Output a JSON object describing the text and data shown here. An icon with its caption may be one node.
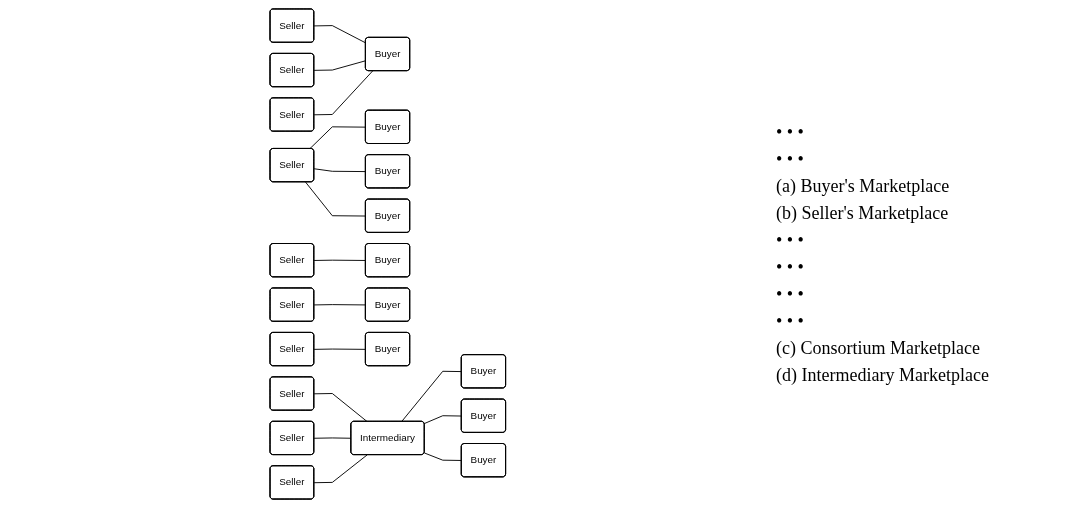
{
  "diagram": {
    "nodes": [
      {
        "text": [
          "Seller"
        ]
      },
      {
        "text": [
          "Seller"
        ]
      },
      {
        "text": [
          "Seller"
        ]
      },
      {
        "text": [
          "Buyer"
        ]
      },
      {
        "text": [
          "Seller"
        ]
      },
      {
        "text": [
          "Buyer"
        ]
      },
      {
        "text": [
          "Buyer"
        ]
      },
      {
        "text": [
          "Buyer"
        ]
      },
      {
        "text": [
          "Seller"
        ]
      },
      {
        "text": [
          "Seller"
        ]
      },
      {
        "text": [
          "Seller"
        ]
      },
      {
        "text": [
          "Buyer"
        ]
      },
      {
        "text": [
          "Buyer"
        ]
      },
      {
        "text": [
          "Buyer"
        ]
      },
      {
        "text": [
          "Seller"
        ]
      },
      {
        "text": [
          "Seller"
        ]
      },
      {
        "text": [
          "Seller"
        ]
      },
      {
        "text": [
          "Intermediary"
        ]
      },
      {
        "text": [
          "Buyer"
        ]
      },
      {
        "text": [
          "Buyer"
        ]
      },
      {
        "text": [
          "Buyer"
        ]
      }
    ],
    "edges": [
      {
        "from": 0,
        "to": 3,
        "arrow": "none"
      },
      {
        "from": 1,
        "to": 3,
        "arrow": "none"
      },
      {
        "from": 2,
        "to": 3,
        "arrow": "none"
      },
      {
        "from": 4,
        "to": 5,
        "arrow": "none"
      },
      {
        "from": 4,
        "to": 6,
        "arrow": "none"
      },
      {
        "from": 4,
        "to": 7,
        "arrow": "none"
      },
      {
        "from": 8,
        "to": 13,
        "arrow": "none"
      },
      {
        "from": 9,
        "to": 12,
        "arrow": "none"
      },
      {
        "from": 10,
        "to": 11,
        "arrow": "none"
      },
      {
        "from": 14,
        "to": 17,
        "arrow": "none"
      },
      {
        "from": 15,
        "to": 17,
        "arrow": "none"
      },
      {
        "from": 16,
        "to": 17,
        "arrow": "none"
      },
      {
        "from": 17,
        "to": 18,
        "arrow": "none"
      },
      {
        "from": 17,
        "to": 19,
        "arrow": "none"
      },
      {
        "from": 17,
        "to": 20,
        "arrow": "none"
      }
    ],
    "labels": [
      "• • •",
      "• • •",
      "(a) Buyer's Marketplace",
      "(b) Seller's Marketplace",
      "• • •",
      "• • •",
      "• • •",
      "• • •",
      "(c) Consortium Marketplace",
      "(d) Intermediary Marketplace"
    ]
  }
}
